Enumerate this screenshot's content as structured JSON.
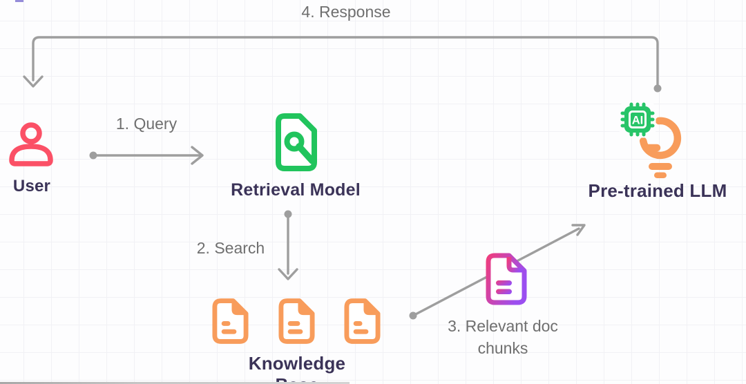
{
  "nodes": {
    "user": {
      "label": "User"
    },
    "retrieval_model": {
      "label": "Retrieval Model"
    },
    "knowledge_base": {
      "label": "Knowledge Base"
    },
    "pretrained_llm": {
      "label": "Pre-trained LLM",
      "chip_text": "AI"
    }
  },
  "steps": {
    "query": "1. Query",
    "search": "2. Search",
    "relevant_chunks": "3. Relevant doc chunks",
    "response": "4. Response"
  },
  "colors": {
    "arrow_gray": "#9e9e9e",
    "step_text_gray": "#6f6f6f",
    "node_label_navy": "#3b3358",
    "user_pink": "#fb5066",
    "doc_green": "#21c45d",
    "doc_orange": "#f89c5b",
    "chip_green": "#27c468",
    "chunk_gradient_start": "#ee3d7f",
    "chunk_gradient_end": "#9b4ef0",
    "background": "#fdfdfe",
    "grid_line": "#f1f1f5"
  }
}
